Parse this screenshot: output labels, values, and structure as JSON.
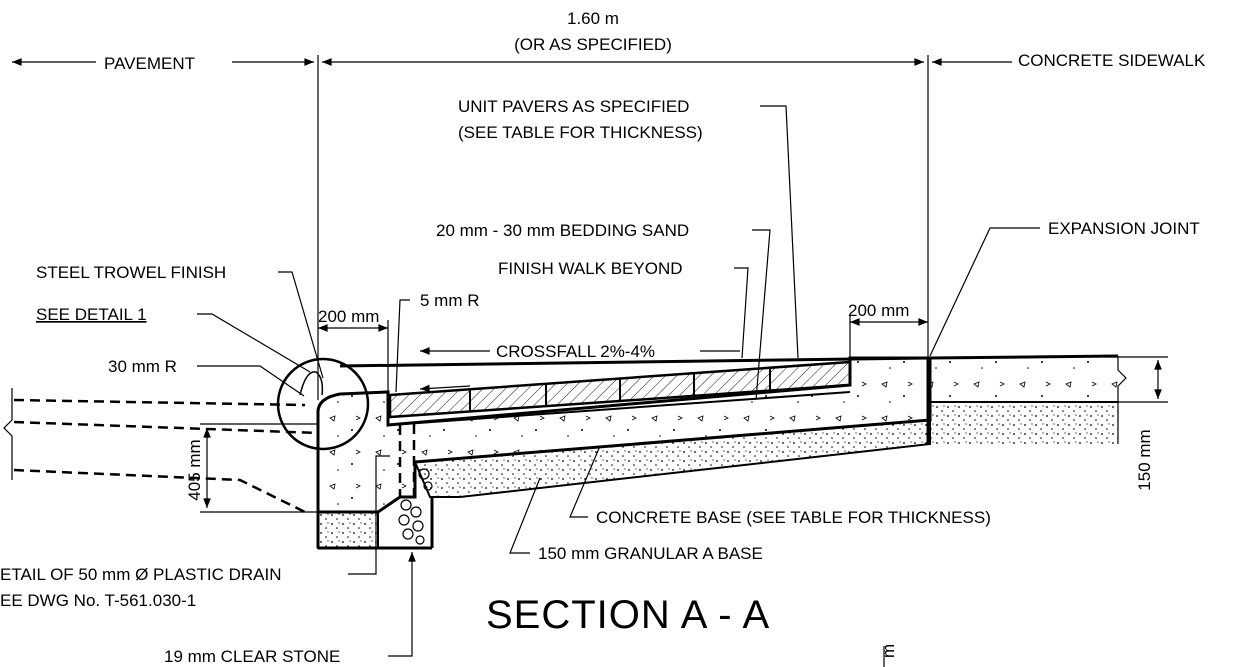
{
  "labels": {
    "top_dim": "1.60 m",
    "top_dim_note": "(OR AS SPECIFIED)",
    "pavement": "PAVEMENT",
    "sidewalk": "CONCRETE SIDEWALK",
    "unit_pavers_1": "UNIT PAVERS AS SPECIFIED",
    "unit_pavers_2": "(SEE TABLE FOR THICKNESS)",
    "bedding_sand": "20 mm - 30 mm BEDDING SAND",
    "finish_walk": "FINISH WALK BEYOND",
    "expansion_joint": "EXPANSION JOINT",
    "steel_trowel": "STEEL TROWEL FINISH",
    "see_detail": "SEE DETAIL 1",
    "dim_200_left": "200 mm",
    "dim_5mm_r": "5 mm R",
    "dim_200_right": "200 mm",
    "crossfall": "CROSSFALL 2%-4%",
    "dim_30mm_r": "30 mm R",
    "dim_405": "405 mm",
    "dim_150": "150 mm",
    "concrete_base": "CONCRETE BASE (SEE TABLE FOR THICKNESS)",
    "granular_base": "150 mm GRANULAR A BASE",
    "drain_1": "ETAIL OF 50 mm Ø PLASTIC DRAIN",
    "drain_2": "EE DWG No. T-561.030-1",
    "clear_stone": "19 mm CLEAR STONE",
    "section_title": "SECTION  A - A",
    "stray_mark": "m"
  }
}
